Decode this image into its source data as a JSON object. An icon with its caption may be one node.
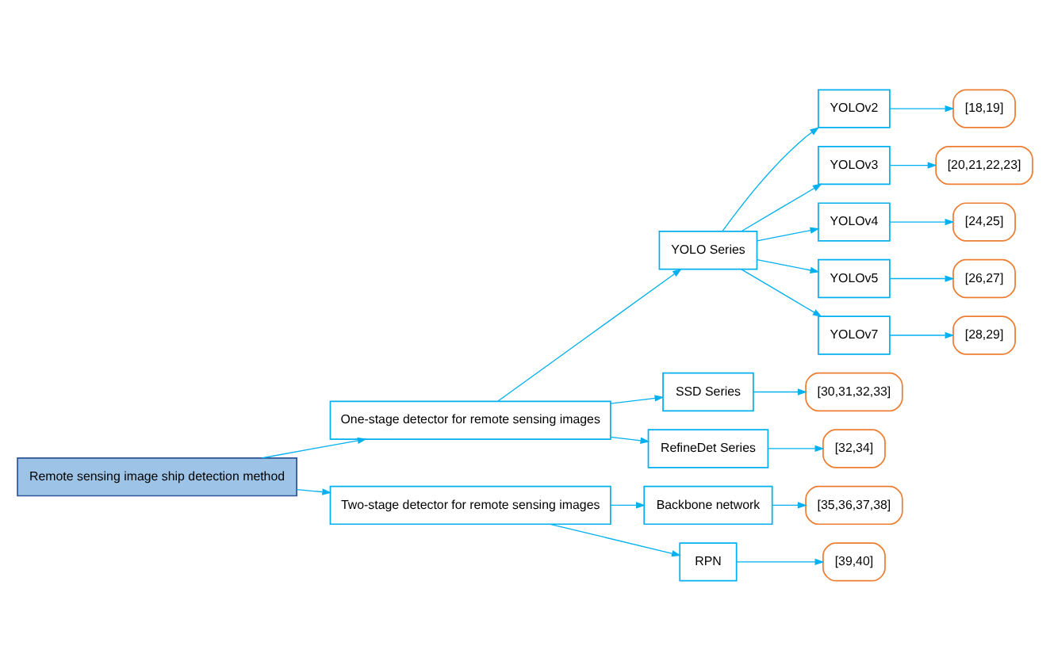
{
  "diagram": {
    "nodes": [
      {
        "text": [
          "Remote sensing image ship detection method"
        ]
      },
      {
        "text": [
          "One-stage detector for remote sensing images"
        ]
      },
      {
        "text": [
          "Two-stage detector for remote sensing images"
        ]
      },
      {
        "text": [
          "YOLO Series"
        ]
      },
      {
        "text": [
          "SSD Series"
        ]
      },
      {
        "text": [
          "RefineDet Series"
        ]
      },
      {
        "text": [
          "Backbone network"
        ]
      },
      {
        "text": [
          "RPN"
        ]
      },
      {
        "text": [
          "YOLOv2"
        ]
      },
      {
        "text": [
          "YOLOv3"
        ]
      },
      {
        "text": [
          "YOLOv4"
        ]
      },
      {
        "text": [
          "YOLOv5"
        ]
      },
      {
        "text": [
          "YOLOv7"
        ]
      },
      {
        "text": [
          "[18,19]"
        ]
      },
      {
        "text": [
          "[20,21,22,23]"
        ]
      },
      {
        "text": [
          "[24,25]"
        ]
      },
      {
        "text": [
          "[26,27]"
        ]
      },
      {
        "text": [
          "[28,29]"
        ]
      },
      {
        "text": [
          "[30,31,32,33]"
        ]
      },
      {
        "text": [
          "[32,34]"
        ]
      },
      {
        "text": [
          "[35,36,37,38]"
        ]
      },
      {
        "text": [
          "[39,40]"
        ]
      }
    ],
    "edges": [
      {
        "from": 0,
        "to": 1,
        "arrow": "to"
      },
      {
        "from": 0,
        "to": 2,
        "arrow": "to"
      },
      {
        "from": 1,
        "to": 3,
        "arrow": "to"
      },
      {
        "from": 1,
        "to": 4,
        "arrow": "to"
      },
      {
        "from": 1,
        "to": 5,
        "arrow": "to"
      },
      {
        "from": 2,
        "to": 6,
        "arrow": "to"
      },
      {
        "from": 2,
        "to": 7,
        "arrow": "to"
      },
      {
        "from": 3,
        "to": 8,
        "arrow": "to"
      },
      {
        "from": 3,
        "to": 9,
        "arrow": "to"
      },
      {
        "from": 3,
        "to": 10,
        "arrow": "to"
      },
      {
        "from": 3,
        "to": 11,
        "arrow": "to"
      },
      {
        "from": 3,
        "to": 12,
        "arrow": "to"
      },
      {
        "from": 8,
        "to": 13,
        "arrow": "to"
      },
      {
        "from": 9,
        "to": 14,
        "arrow": "to"
      },
      {
        "from": 10,
        "to": 15,
        "arrow": "to"
      },
      {
        "from": 11,
        "to": 16,
        "arrow": "to"
      },
      {
        "from": 12,
        "to": 17,
        "arrow": "to"
      },
      {
        "from": 4,
        "to": 18,
        "arrow": "to"
      },
      {
        "from": 5,
        "to": 19,
        "arrow": "to"
      },
      {
        "from": 6,
        "to": 20,
        "arrow": "to"
      },
      {
        "from": 7,
        "to": 21,
        "arrow": "to"
      }
    ]
  }
}
